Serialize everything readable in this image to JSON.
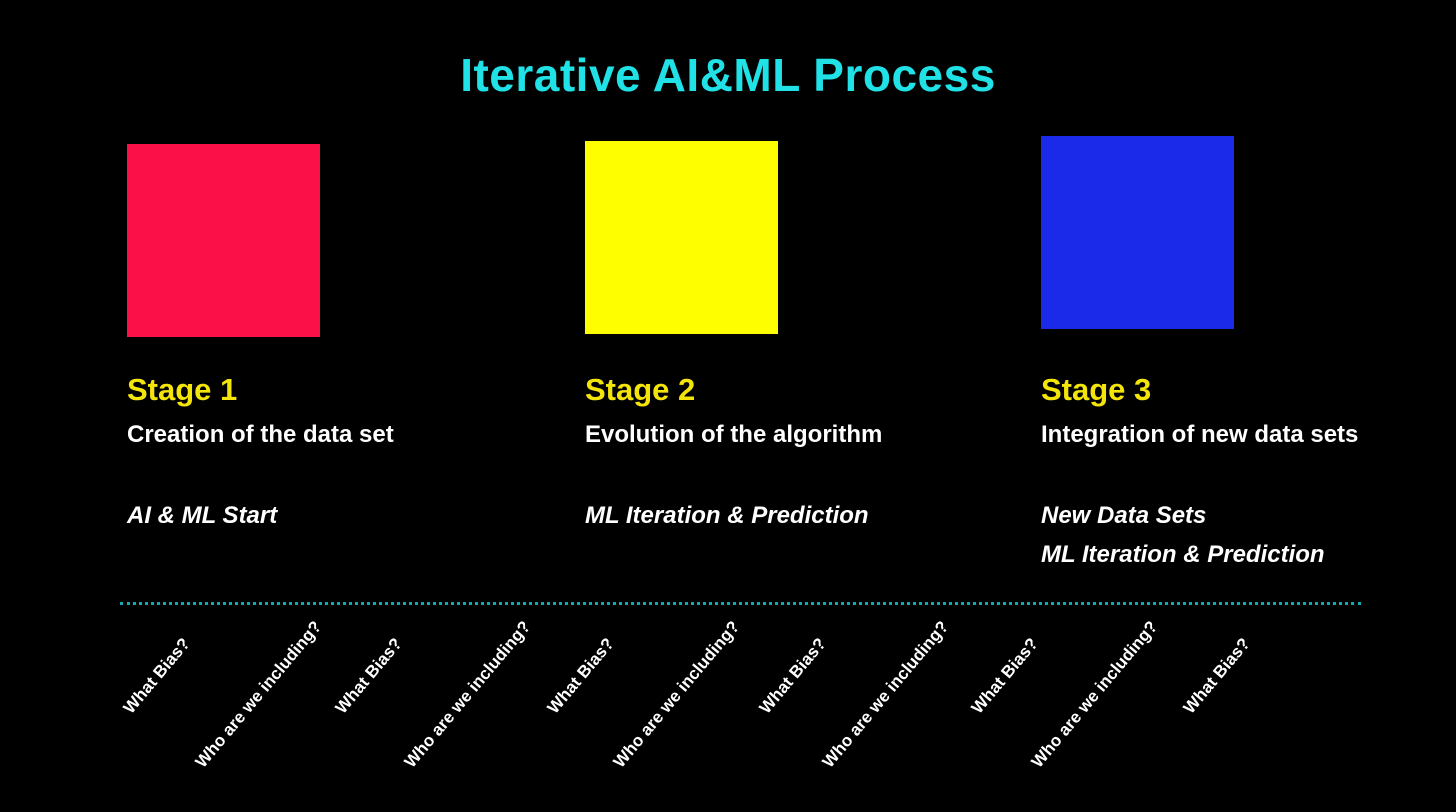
{
  "title": {
    "text": "Iterative AI&ML Process",
    "color": "#1fe1e6"
  },
  "stages": [
    {
      "heading": "Stage 1",
      "heading_color": "#f3e40a",
      "subheading": "Creation of the data set",
      "notes": [
        "AI & ML Start"
      ],
      "square_color": "#fb1048"
    },
    {
      "heading": "Stage 2",
      "heading_color": "#f3e40a",
      "subheading": "Evolution of the algorithm",
      "notes": [
        "ML Iteration & Prediction"
      ],
      "square_color": "#fefe00"
    },
    {
      "heading": "Stage 3",
      "heading_color": "#f3e40a",
      "subheading": "Integration of new data sets",
      "notes": [
        "New Data Sets",
        "ML Iteration & Prediction"
      ],
      "square_color": "#1b2ae8"
    }
  ],
  "divider": {
    "color": "#15aab2"
  },
  "bias_row": {
    "labels": [
      "What Bias?",
      "Who are we including?",
      "What Bias?",
      "Who are we including?",
      "What Bias?",
      "Who are we including?",
      "What Bias?",
      "Who are we including?",
      "What Bias?",
      "Who are we including?",
      "What Bias?"
    ]
  }
}
